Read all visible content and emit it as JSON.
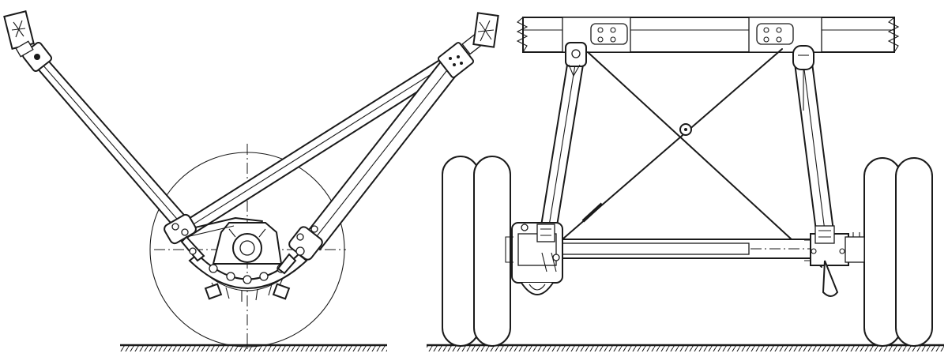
{
  "colors": {
    "ink": "#1a1a1a",
    "paper": "#ffffff"
  },
  "views": [
    {
      "id": "side-view",
      "parts": [
        "wheel",
        "hub",
        "front-strut",
        "rear-strut",
        "diagonal-strut",
        "mount-bracket-left",
        "mount-bracket-right",
        "ground-line"
      ]
    },
    {
      "id": "front-view",
      "parts": [
        "fuselage-beam",
        "fitting-plate-left",
        "fitting-plate-right",
        "left-strut",
        "right-strut",
        "bracing-wires",
        "axle",
        "wheel-pair-left",
        "wheel-pair-right",
        "ground-line"
      ]
    }
  ]
}
